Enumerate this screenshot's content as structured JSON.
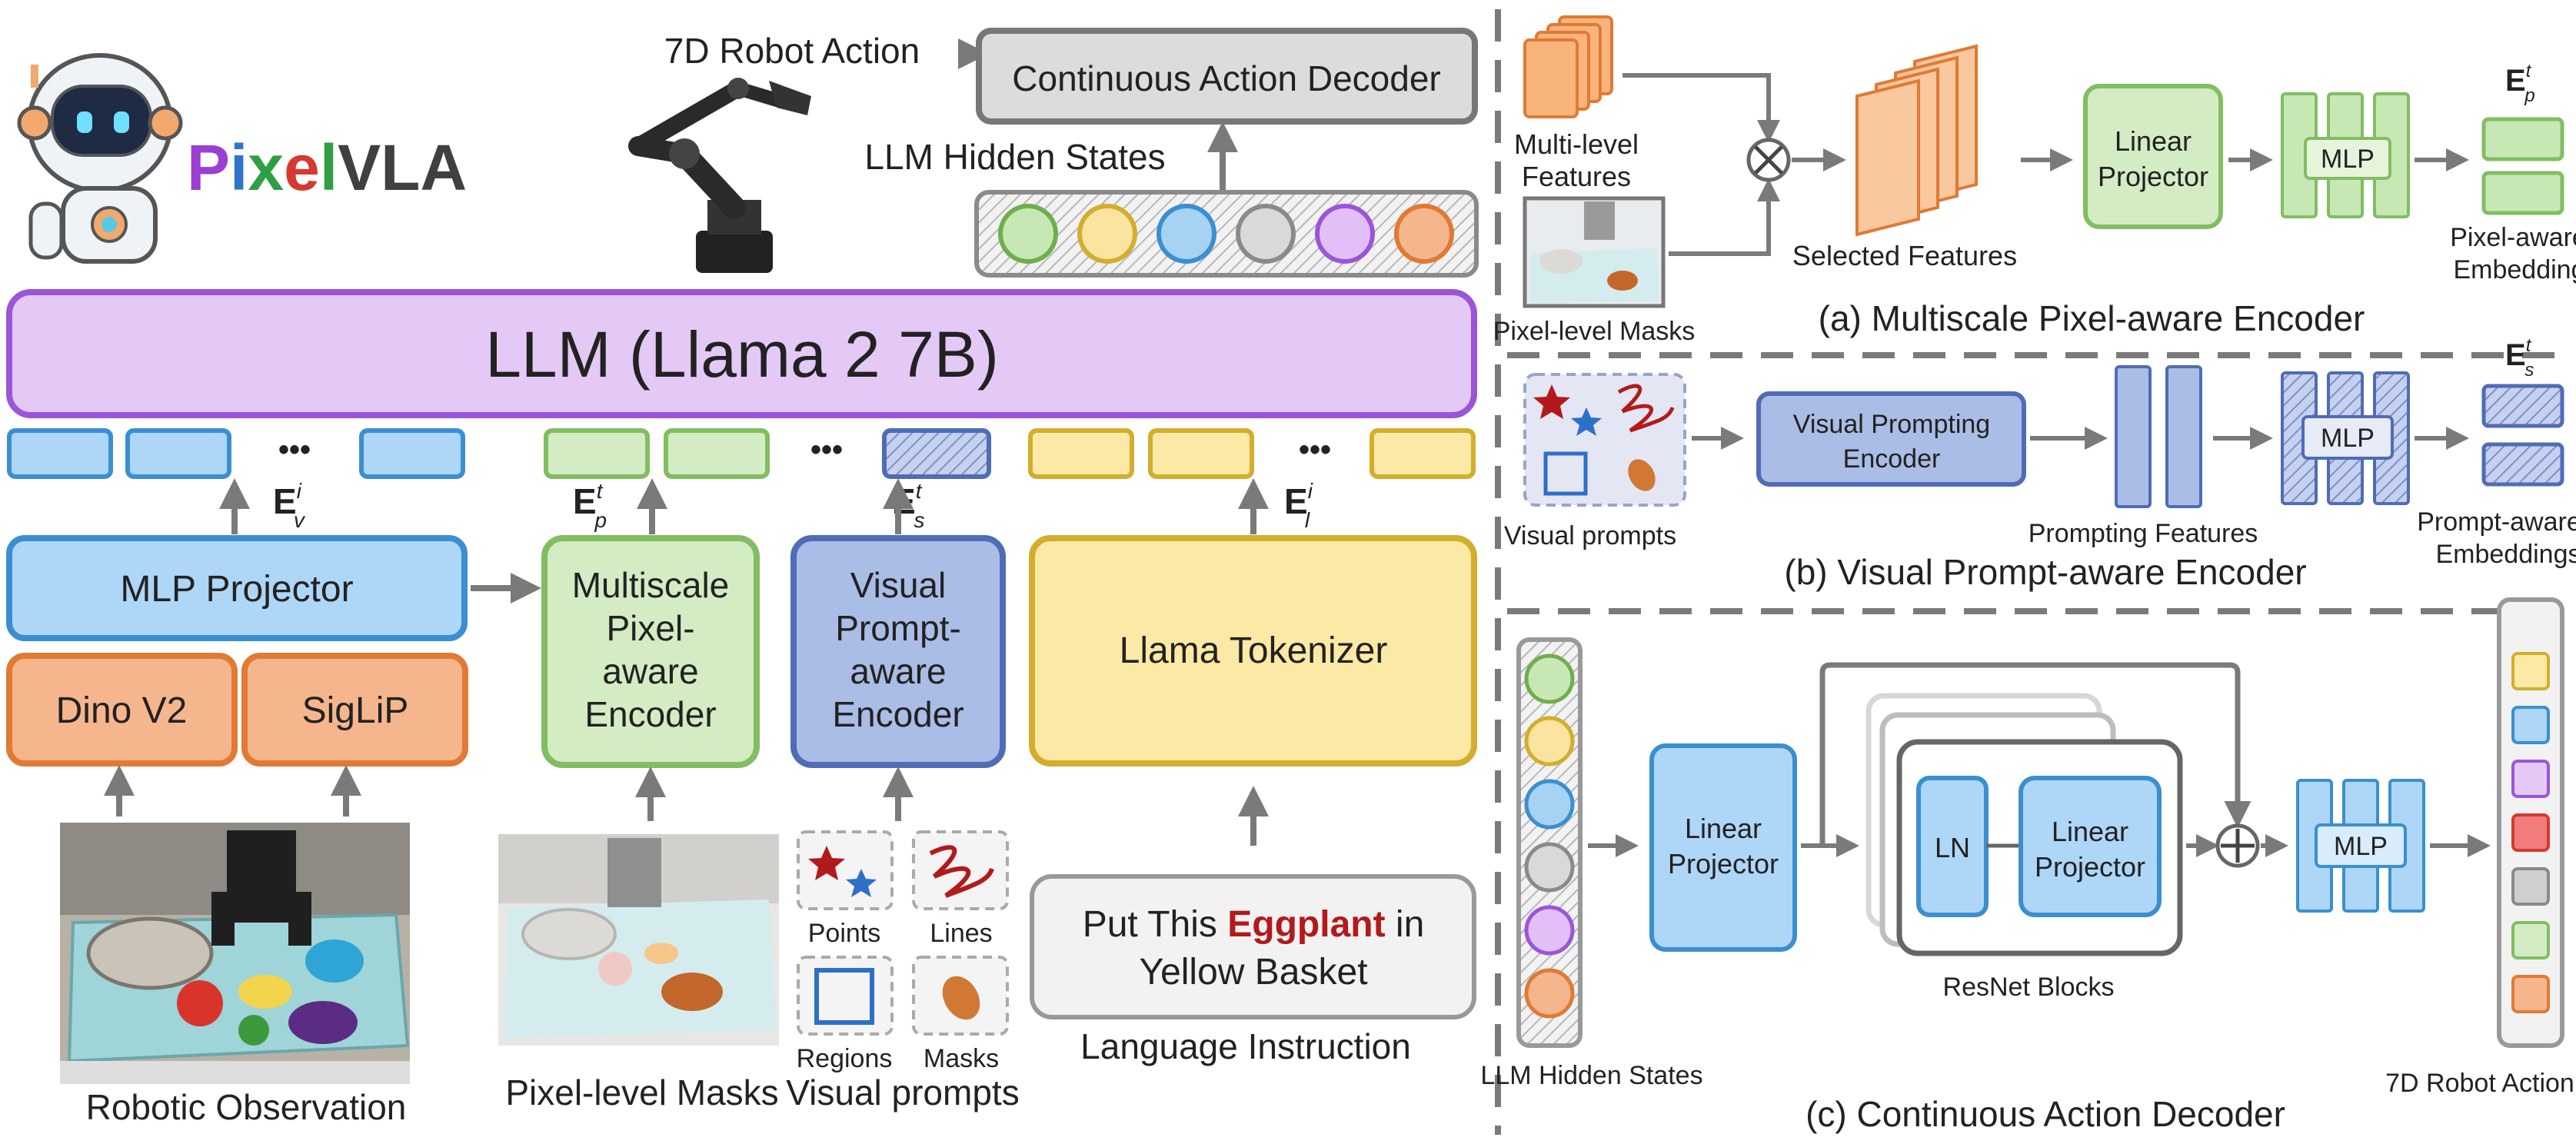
{
  "logo": {
    "text": "PixelVLA",
    "letters": [
      "P",
      "i",
      "x",
      "e",
      "l"
    ],
    "letter_colors": [
      "#9a3fd1",
      "#2e74c9",
      "#2f9e45",
      "#d6392f",
      "#2f9e45"
    ],
    "suffix": "VLA",
    "suffix_color": "#404040"
  },
  "left": {
    "action_label": "7D Robot Action",
    "decoder_label": "Continuous Action Decoder",
    "hidden_states_label": "LLM Hidden States",
    "llm_label": "LLM (Llama 2 7B)",
    "mlp_projector": "MLP Projector",
    "dino": "Dino V2",
    "siglip": "SigLiP",
    "pixel_encoder": [
      "Multiscale",
      "Pixel-",
      "aware",
      "Encoder"
    ],
    "prompt_encoder": [
      "Visual",
      "Prompt-",
      "aware",
      "Encoder"
    ],
    "tokenizer": "Llama Tokenizer",
    "instruction_pre": "Put This ",
    "instruction_hl": "Eggplant",
    "instruction_post": "  in",
    "instruction_line2": "Yellow Basket",
    "instruction_caption": "Language Instruction",
    "obs_caption": "Robotic Observation",
    "masks_caption": "Pixel-level Masks",
    "vp_caption": "Visual prompts",
    "points": "Points",
    "lines": "Lines",
    "regions": "Regions",
    "masks": "Masks",
    "ellipsis": "•••",
    "emb_v": {
      "base": "E",
      "sup": "i",
      "sub": "v"
    },
    "emb_p": {
      "base": "E",
      "sup": "t",
      "sub": "p"
    },
    "emb_s": {
      "base": "E",
      "sup": "t",
      "sub": "s"
    },
    "emb_l": {
      "base": "E",
      "sup": "i",
      "sub": "l"
    }
  },
  "panel_a": {
    "features_line1": "Multi-level",
    "features_line2": "Features",
    "masks_label": "Pixel-level Masks",
    "selected": "Selected Features",
    "projector_line1": "Linear",
    "projector_line2": "Projector",
    "mlp": "MLP",
    "emb_line1": "Pixel-aware",
    "emb_line2": "Embeddings",
    "emb": {
      "base": "E",
      "sup": "t",
      "sub": "p"
    },
    "caption": "(a) Multiscale Pixel-aware Encoder"
  },
  "panel_b": {
    "visual_prompts": "Visual prompts",
    "encoder_line1": "Visual Prompting",
    "encoder_line2": "Encoder",
    "features": "Prompting Features",
    "mlp": "MLP",
    "emb_line1": "Prompt-aware",
    "emb_line2": "Embeddings",
    "emb": {
      "base": "E",
      "sup": "t",
      "sub": "s"
    },
    "caption": "(b) Visual Prompt-aware Encoder"
  },
  "panel_c": {
    "hidden_states": "LLM Hidden States",
    "projector_line1": "Linear",
    "projector_line2": "Projector",
    "ln": "LN",
    "inner_line1": "Linear",
    "inner_line2": "Projector",
    "resnet": "ResNet Blocks",
    "mlp": "MLP",
    "action": "7D Robot Action",
    "caption": "(c) Continuous Action Decoder"
  },
  "colors": {
    "blue": "#aed6f7",
    "blue_stroke": "#3b8fd0",
    "green": "#d3ecc4",
    "green_stroke": "#82bd62",
    "purple": "#e4c9f7",
    "purple_stroke": "#9a55d8",
    "navy": "#aabde6",
    "navy_stroke": "#4f6cb5",
    "yellow": "#fce9a6",
    "yellow_stroke": "#d3ad2d",
    "orange": "#f6b68d",
    "orange_stroke": "#e07a34",
    "gray": "#e0e0e0",
    "gray_stroke": "#8a8a8a"
  }
}
